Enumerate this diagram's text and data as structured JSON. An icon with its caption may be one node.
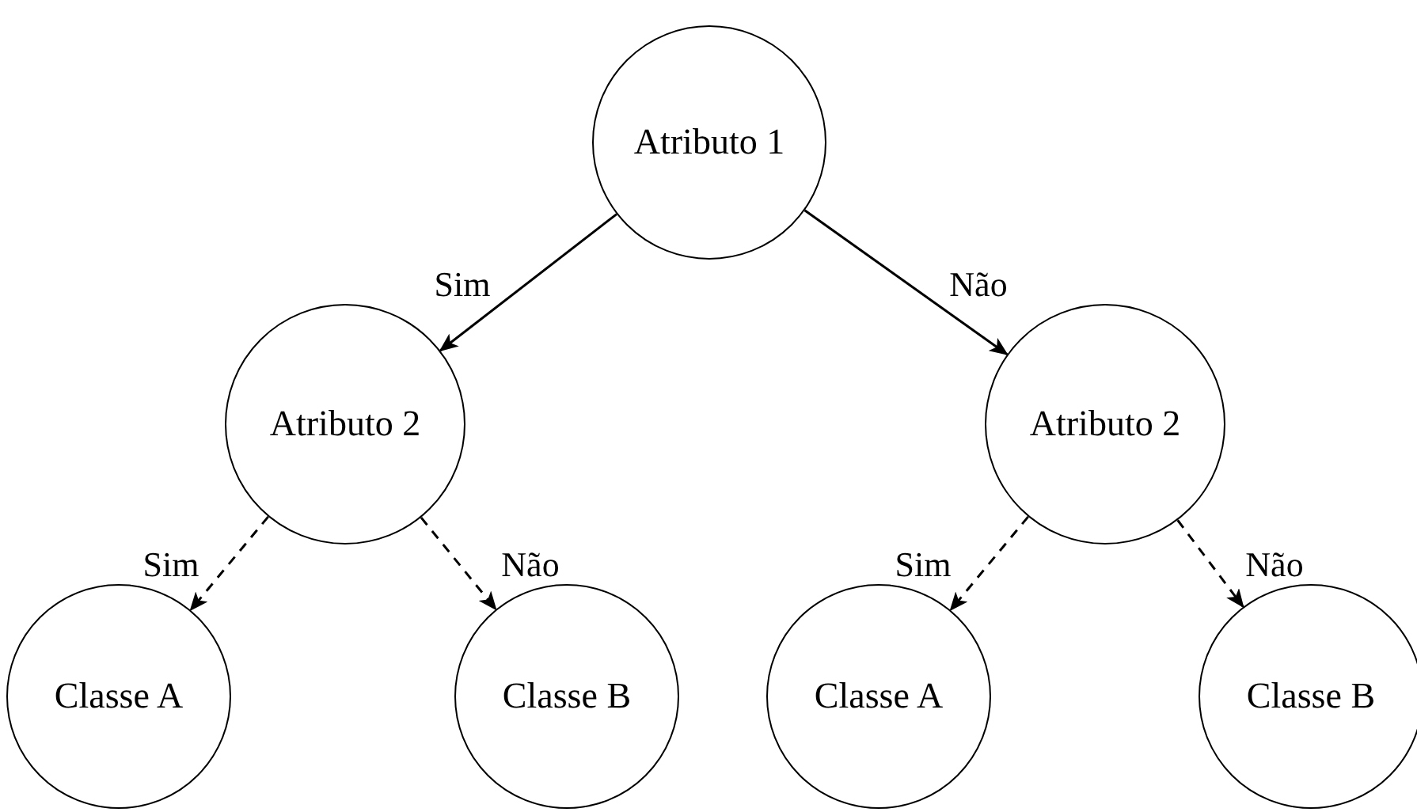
{
  "diagram": {
    "nodes": [
      {
        "text": [
          "Atributo 1"
        ]
      },
      {
        "text": [
          "Atributo 2"
        ]
      },
      {
        "text": [
          "Atributo 2"
        ]
      },
      {
        "text": [
          "Classe A"
        ]
      },
      {
        "text": [
          "Classe B"
        ]
      },
      {
        "text": [
          "Classe A"
        ]
      },
      {
        "text": [
          "Classe B"
        ]
      }
    ],
    "edges": [
      {
        "from": 0,
        "to": 1,
        "arrow": "to",
        "label": "Sim"
      },
      {
        "from": 0,
        "to": 2,
        "arrow": "to",
        "label": "Não"
      },
      {
        "from": 1,
        "to": 3,
        "arrow": "to",
        "label": "Sim",
        "style": "dashed"
      },
      {
        "from": 1,
        "to": 4,
        "arrow": "to",
        "label": "Não",
        "style": "dashed"
      },
      {
        "from": 2,
        "to": 5,
        "arrow": "to",
        "label": "Sim",
        "style": "dashed"
      },
      {
        "from": 2,
        "to": 6,
        "arrow": "to",
        "label": "Não",
        "style": "dashed"
      }
    ]
  }
}
